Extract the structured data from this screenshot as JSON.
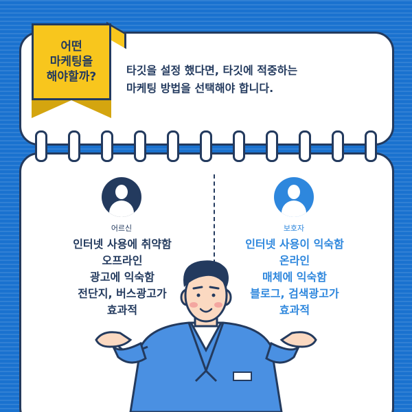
{
  "tag": {
    "lines": [
      "어떤",
      "마케팅을",
      "해야할까?"
    ]
  },
  "headline": {
    "line1": "타깃을 설정 했다면, 타깃에 적중하는",
    "line2": "마케팅 방법을 선택해야 합니다."
  },
  "adult": {
    "label": "어르신",
    "lines": [
      "인터넷 사용에 취약함",
      "오프라인",
      "광고에 익숙함",
      "전단지, 버스광고가",
      "효과적"
    ]
  },
  "guardian": {
    "label": "보호자",
    "lines": [
      "인터넷 사용이 익숙함",
      "온라인",
      "매체에 익숙함",
      "블로그, 검색광고가",
      "효과적"
    ]
  },
  "colors": {
    "background": "#1a72cf",
    "navy": "#233a5e",
    "accent_blue": "#2e87dd",
    "tag_yellow": "#f8c61d",
    "suit_blue": "#4a90e2"
  },
  "icons": {
    "adult_avatar": "person-silhouette-icon",
    "guardian_avatar": "person-silhouette-icon"
  }
}
